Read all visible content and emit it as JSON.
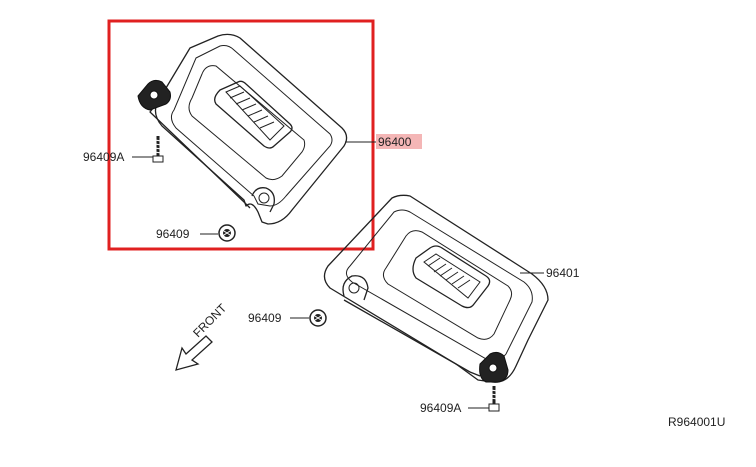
{
  "labels": {
    "visor_left": "96400",
    "visor_right": "96401",
    "screw_left": "96409A",
    "screw_right": "96409A",
    "clip_upper": "96409",
    "clip_lower": "96409",
    "front_arrow": "FRONT",
    "figure_id": "R964001U"
  },
  "colors": {
    "highlight_box": "#e02020",
    "highlight_label_bg": "#f4b6b6",
    "line": "#222222"
  },
  "icons": {
    "screw": "screw-icon",
    "clip": "clip-icon",
    "front_arrow": "arrow-icon"
  }
}
